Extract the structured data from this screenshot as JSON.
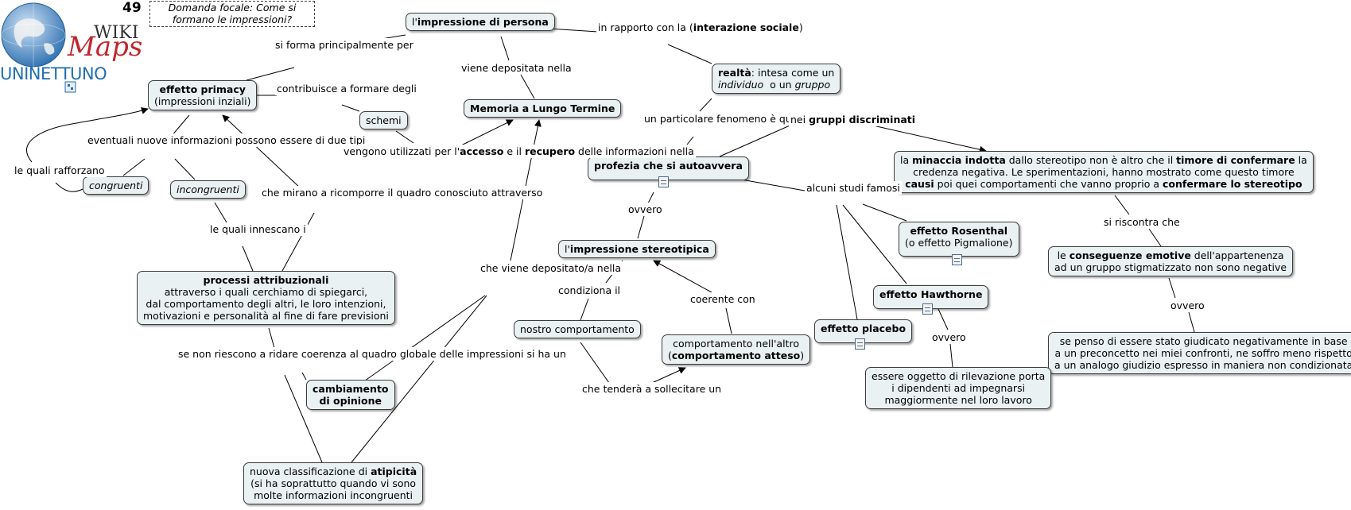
{
  "header": {
    "page_number": "49",
    "focus_line1": "Domanda focale:",
    "focus_line2": "Come si formano le impressioni?",
    "logo_wiki": "WIKI",
    "logo_maps": "Maps",
    "logo_brand": "UNINETTUNO"
  },
  "colors": {
    "node_fill": "#eaf1f2",
    "node_border": "#3c3c3c",
    "logo_blue": "#1f6fb0",
    "logo_red": "#c0282d"
  },
  "nodes": {
    "impressione": {
      "pre": "l'",
      "bold": "impressione di persona"
    },
    "primacy": {
      "l1": "effetto primacy",
      "l2": "(impressioni inziali)"
    },
    "schemi": "schemi",
    "memoria": "Memoria a Lungo Termine",
    "realta": {
      "bold": "realtà",
      "rest": ": intesa come un",
      "i1": "individuo",
      "mid": "  o un ",
      "i2": "gruppo"
    },
    "congruenti": "congruenti",
    "incongruenti": "incongruenti",
    "profezia": "profezia che si autoavvera",
    "minaccia": {
      "l1_pre": "la ",
      "l1_b1": "minaccia indotta",
      "l1_mid": " dallo stereotipo non è altro che il ",
      "l1_b2": "timore di confermare",
      "l1_end": " la",
      "l2": "credenza negativa. Le sperimentazioni, hanno mostrato come questo timore",
      "l3_b1": "causi",
      "l3_mid": " poi quei comportamenti che vanno proprio a ",
      "l3_b2": "confermare lo stereotipo"
    },
    "stereotipica": {
      "pre": "l'",
      "bold": "impressione stereotipica"
    },
    "rosenthal": {
      "l1": "effetto Rosenthal",
      "l2": "(o effetto Pigmalione)"
    },
    "conseguenze": {
      "l1_pre": "le ",
      "l1_b": "conseguenze emotive",
      "l1_end": " dell'appartenenza",
      "l2": "ad un gruppo stigmatizzato non sono negative"
    },
    "processi": {
      "l1": "processi attribuzionali",
      "l2": "attraverso i quali cerchiamo di spiegarci,",
      "l3": "dal comportamento degli altri, le loro intenzioni,",
      "l4": "motivazioni e personalità al fine di fare previsioni"
    },
    "hawthorne": "effetto Hawthorne",
    "nostro": "nostro comportamento",
    "placebo": "effetto placebo",
    "atteso": {
      "l1": "comportamento nell'altro",
      "l2_pre": "(",
      "l2_b": "comportamento atteso",
      "l2_end": ")"
    },
    "penso": {
      "l1": "se penso di essere stato giudicato negativamente in base",
      "l2": "a un preconcetto nei miei confronti, ne soffro meno rispetto",
      "l3": "a un analogo giudizio espresso in maniera non condizionata"
    },
    "cambiamento": {
      "l1": "cambiamento",
      "l2": "di opinione"
    },
    "rilevazione": {
      "l1": "essere oggetto di rilevazione porta",
      "l2": "i dipendenti ad impegnarsi",
      "l3": "maggiormente nel loro lavoro"
    },
    "atipicita": {
      "l1_pre": "nuova classificazione di ",
      "l1_b": "atipicità",
      "l2": "(si ha soprattutto quando vi sono",
      "l3": "molte informazioni incongruenti"
    }
  },
  "links": {
    "si_forma": {
      "l1": "si forma",
      "l2": "principalmente per"
    },
    "viene_depositata": "viene depositata nella",
    "in_rapporto": {
      "l1": "in rapporto con la",
      "l2_pre": "(",
      "l2_b": "interazione sociale",
      "l2_end": ")"
    },
    "contribuisce": {
      "l1": "contribuisce a",
      "l2": "formare degli"
    },
    "eventuali": {
      "l1": "eventuali nuove informazioni",
      "l2": "possono essere di due tipi"
    },
    "le_quali_rafforzano": {
      "l1": "le quali",
      "l2": "rafforzano"
    },
    "vengono": {
      "l1_pre": "vengono utilizzati per l'",
      "l1_b": "accesso",
      "l1_end": " e",
      "l2_pre": "il ",
      "l2_b": "recupero",
      "l2_end": " delle informazioni nella"
    },
    "particolare": {
      "l1": "un particolare fenomeno",
      "l2": "è quello della"
    },
    "nei_gruppi": {
      "pre": "nei ",
      "b": "gruppi discriminati"
    },
    "che_mirano": {
      "l1": "che mirano a ricomporre il",
      "l2": "quadro conosciuto attraverso"
    },
    "ovvero1": "ovvero",
    "alcuni_studi": {
      "l1": "alcuni studi",
      "l2": "famosi"
    },
    "si_riscontra": "si riscontra che",
    "le_quali_innescano": {
      "l1": "le quali",
      "l2": "innescano i"
    },
    "che_viene": {
      "l1": "che viene",
      "l2": "depositato/a",
      "l3": "nella"
    },
    "condiziona": "condiziona il",
    "coerente": "coerente con",
    "ovvero2": "ovvero",
    "ovvero3": "ovvero",
    "se_non": {
      "l1": "se non riescono a ridare coerenza al",
      "l2": "quadro globale delle impressioni si ha un"
    },
    "che_tendera": {
      "l1": "che tenderà a",
      "l2": "sollecitare un"
    }
  }
}
